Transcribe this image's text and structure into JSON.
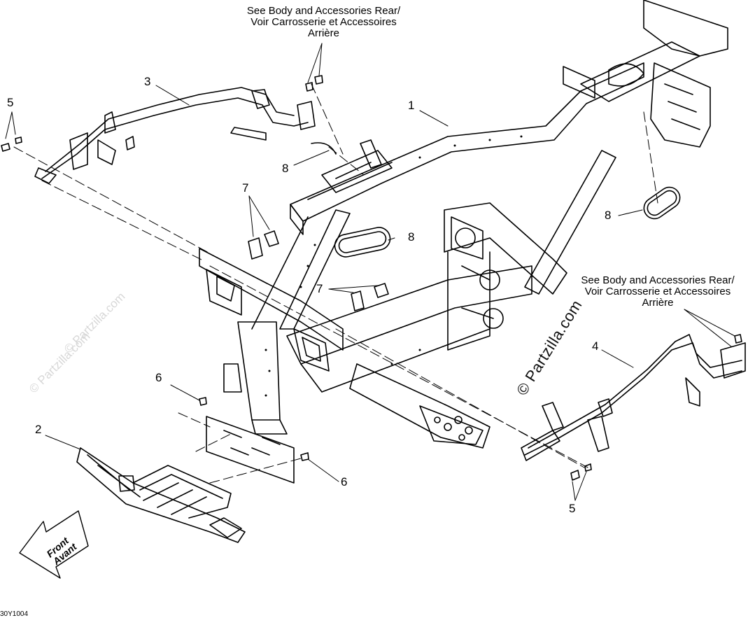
{
  "notes": {
    "top": [
      "See Body and Accessories Rear/",
      "Voir Carrosserie et Accessoires",
      "Arrière"
    ],
    "right": [
      "See Body and Accessories Rear/",
      "Voir Carrosserie et Accessoires",
      "Arrière"
    ]
  },
  "callouts": [
    "1",
    "2",
    "3",
    "4",
    "5",
    "6",
    "7",
    "8"
  ],
  "front_arrow": {
    "line1": "Front",
    "line2": "Avant"
  },
  "watermark": "© Partzilla.com",
  "faint_watermark": "© Partzilla.com",
  "diagram_code": "30Y1004"
}
